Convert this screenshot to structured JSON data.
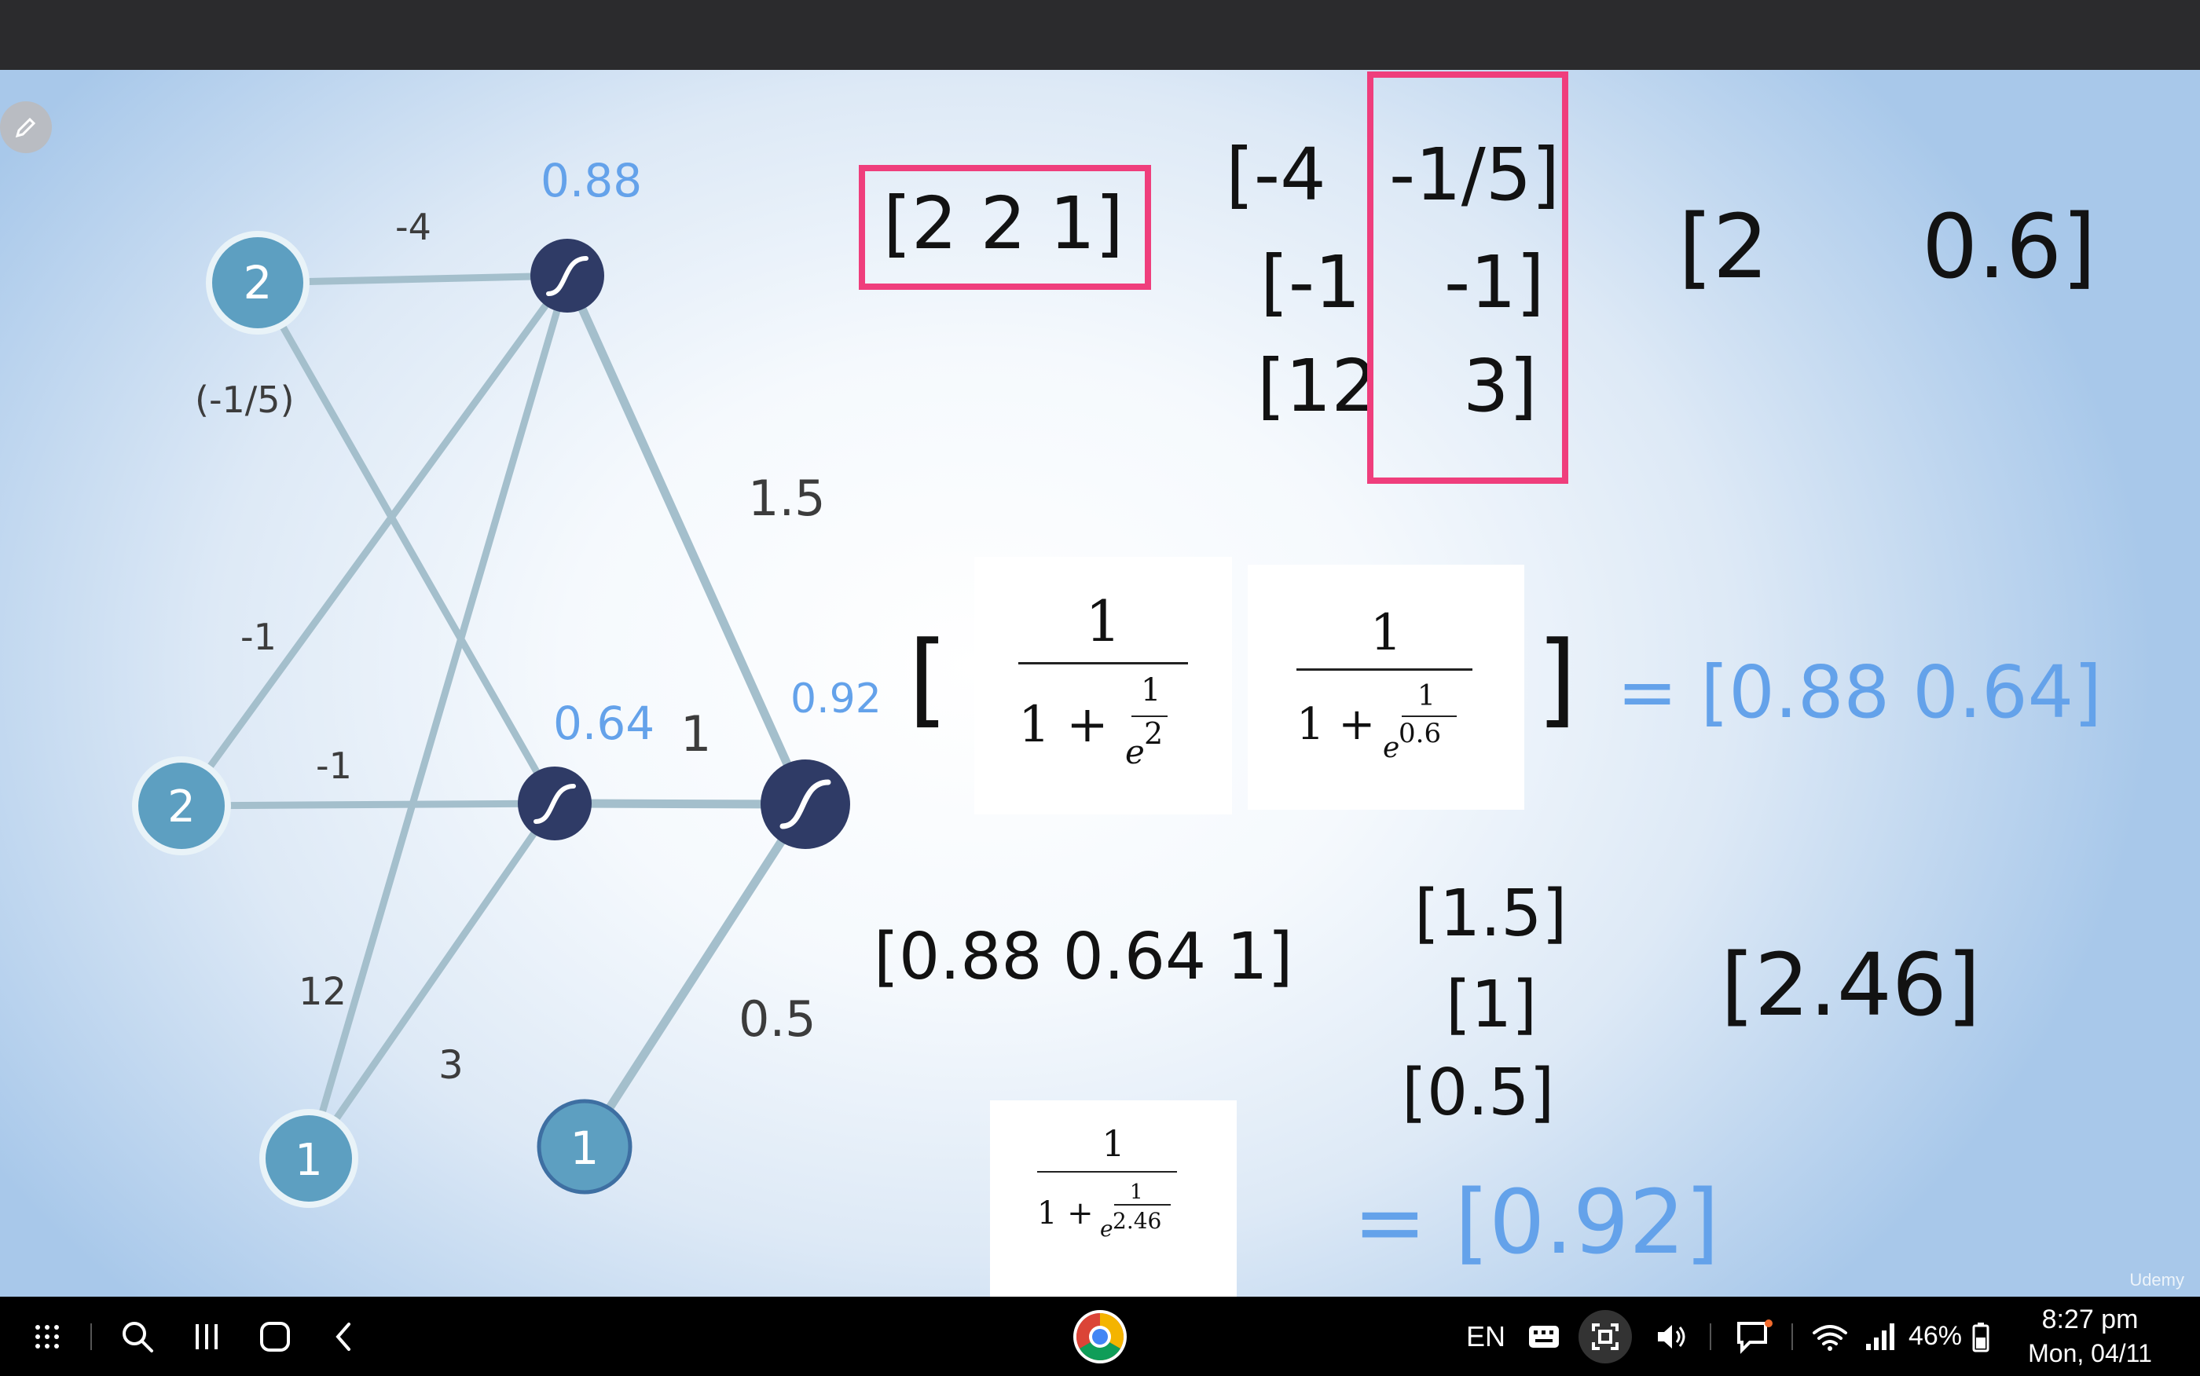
{
  "slide": {
    "network": {
      "inputs": [
        "2",
        "2",
        "1"
      ],
      "bias_hidden": "1",
      "edge_labels": {
        "w_a": "-4",
        "w_b": "(-1/5)",
        "w_c": "-1",
        "w_d": "-1",
        "w_e": "12",
        "w_f": "3",
        "w_out_top": "1.5",
        "w_out_mid": "1",
        "w_out_bias": "0.5"
      },
      "activations": {
        "h1": "0.88",
        "h2": "0.64",
        "out": "0.92"
      }
    },
    "input_vector": "[2 2 1]",
    "weight_matrix": {
      "col1": [
        "[-4",
        "[-1",
        "[12"
      ],
      "col2": [
        "-1/5]",
        "-1]",
        "3]"
      ]
    },
    "hidden_result": {
      "left": "[2",
      "right": "0.6]"
    },
    "sigmoid_row": {
      "open_bracket": "[",
      "close_bracket": "]",
      "f1": {
        "num": "1",
        "den_prefix": "1 +",
        "inner_num": "1",
        "inner_den": "e",
        "exp": "2"
      },
      "f2": {
        "num": "1",
        "den_prefix": "1 +",
        "inner_num": "1",
        "inner_den": "e",
        "exp": "0.6"
      },
      "result": "= [0.88 0.64]"
    },
    "hidden_vector": "[0.88 0.64 1]",
    "output_weights": [
      "[1.5]",
      "[1]",
      "[0.5]"
    ],
    "output_sum": "[2.46]",
    "final_fraction": {
      "num": "1",
      "den_prefix": "1 +",
      "inner_num": "1",
      "inner_den": "e",
      "exp": "2.46"
    },
    "final_result": "= [0.92]",
    "watermark": "Udemy"
  },
  "navbar": {
    "language": "EN",
    "battery": "46%",
    "time": "8:27 pm",
    "date": "Mon, 04/11"
  },
  "colors": {
    "node_input": "#5d9fc1",
    "node_hidden": "#2f3b66",
    "edge": "#a4bfcc",
    "highlight": "#ef3e7c",
    "accent_text": "#64a2ea"
  }
}
